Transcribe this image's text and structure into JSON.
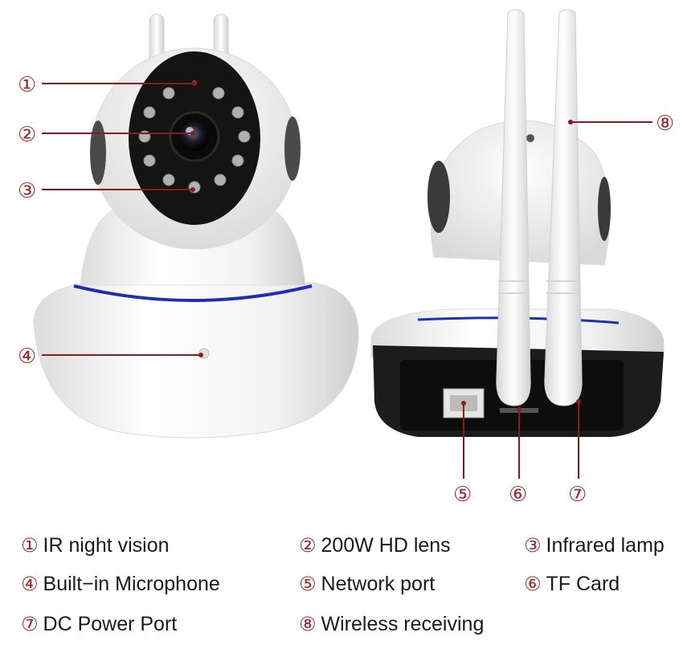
{
  "callouts": [
    "①",
    "②",
    "③",
    "④",
    "⑤",
    "⑥",
    "⑦",
    "⑧"
  ],
  "legend": [
    {
      "num": "①",
      "label": "IR night vision"
    },
    {
      "num": "②",
      "label": "200W HD lens"
    },
    {
      "num": "③",
      "label": "Infrared lamp"
    },
    {
      "num": "④",
      "label": "Built−in Microphone"
    },
    {
      "num": "⑤",
      "label": "Network port"
    },
    {
      "num": "⑥",
      "label": "TF Card"
    },
    {
      "num": "⑦",
      "label": "DC Power Port"
    },
    {
      "num": "⑧",
      "label": "Wireless receiving"
    }
  ],
  "colors": {
    "callout_line": "#8b1a1a",
    "accent_ring": "#1e2fb0",
    "body_white": "#f4f4f4",
    "lens_black": "#141414"
  }
}
